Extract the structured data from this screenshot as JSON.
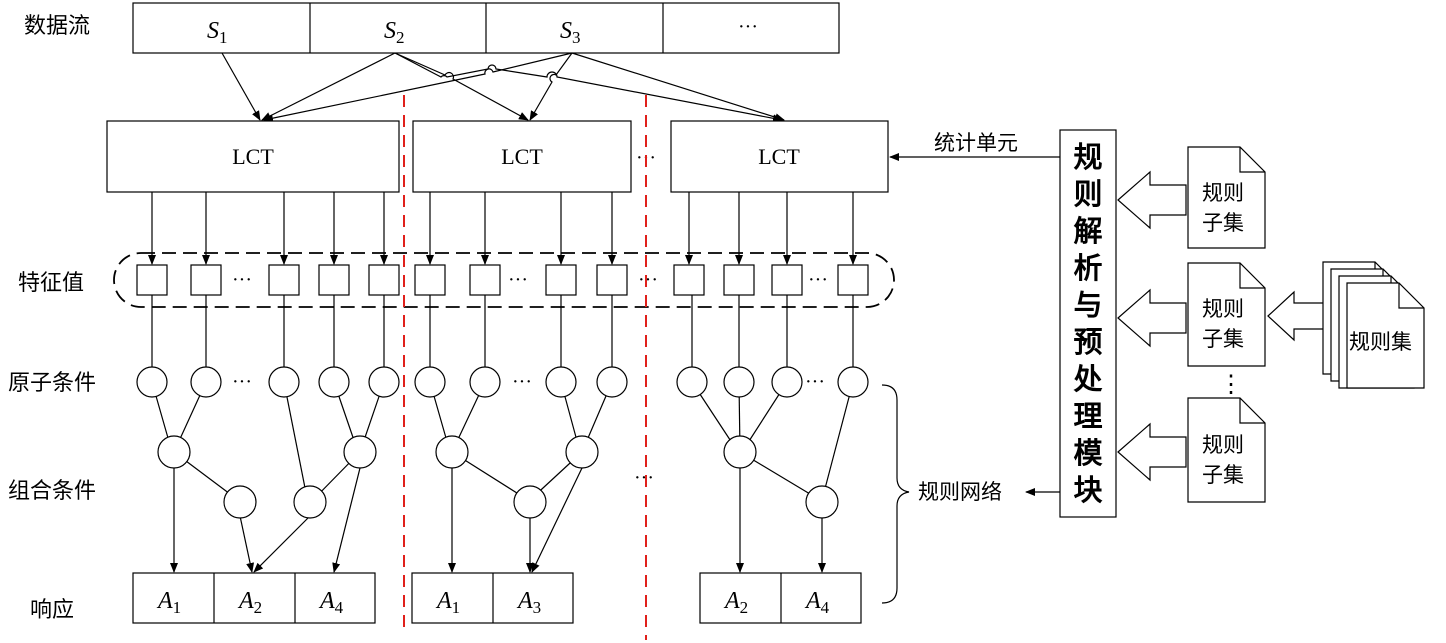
{
  "labels": {
    "data_stream": "数据流",
    "feature_value": "特征值",
    "atomic_condition": "原子条件",
    "combined_condition": "组合条件",
    "response": "响应",
    "stats_unit": "统计单元",
    "rule_network": "规则网络",
    "module_chars": [
      "规",
      "则",
      "解",
      "析",
      "与",
      "预",
      "处",
      "理",
      "模",
      "块"
    ],
    "rule_subset_line1": "规则",
    "rule_subset_line2": "子集",
    "rule_set": "规则集",
    "ellipsis": "···",
    "vdots": "⋮"
  },
  "stream_cells": [
    {
      "base": "S",
      "sub": "1"
    },
    {
      "base": "S",
      "sub": "2"
    },
    {
      "base": "S",
      "sub": "3"
    },
    {
      "base": "···",
      "sub": ""
    }
  ],
  "lct_label": "LCT",
  "responses": [
    {
      "base": "A",
      "sub": "1"
    },
    {
      "base": "A",
      "sub": "2"
    },
    {
      "base": "A",
      "sub": "4"
    },
    {
      "base": "A",
      "sub": "1"
    },
    {
      "base": "A",
      "sub": "3"
    },
    {
      "base": "A",
      "sub": "2"
    },
    {
      "base": "A",
      "sub": "4"
    }
  ],
  "colors": {
    "divider": "#e0201b",
    "stroke": "#000000",
    "background": "#ffffff"
  }
}
